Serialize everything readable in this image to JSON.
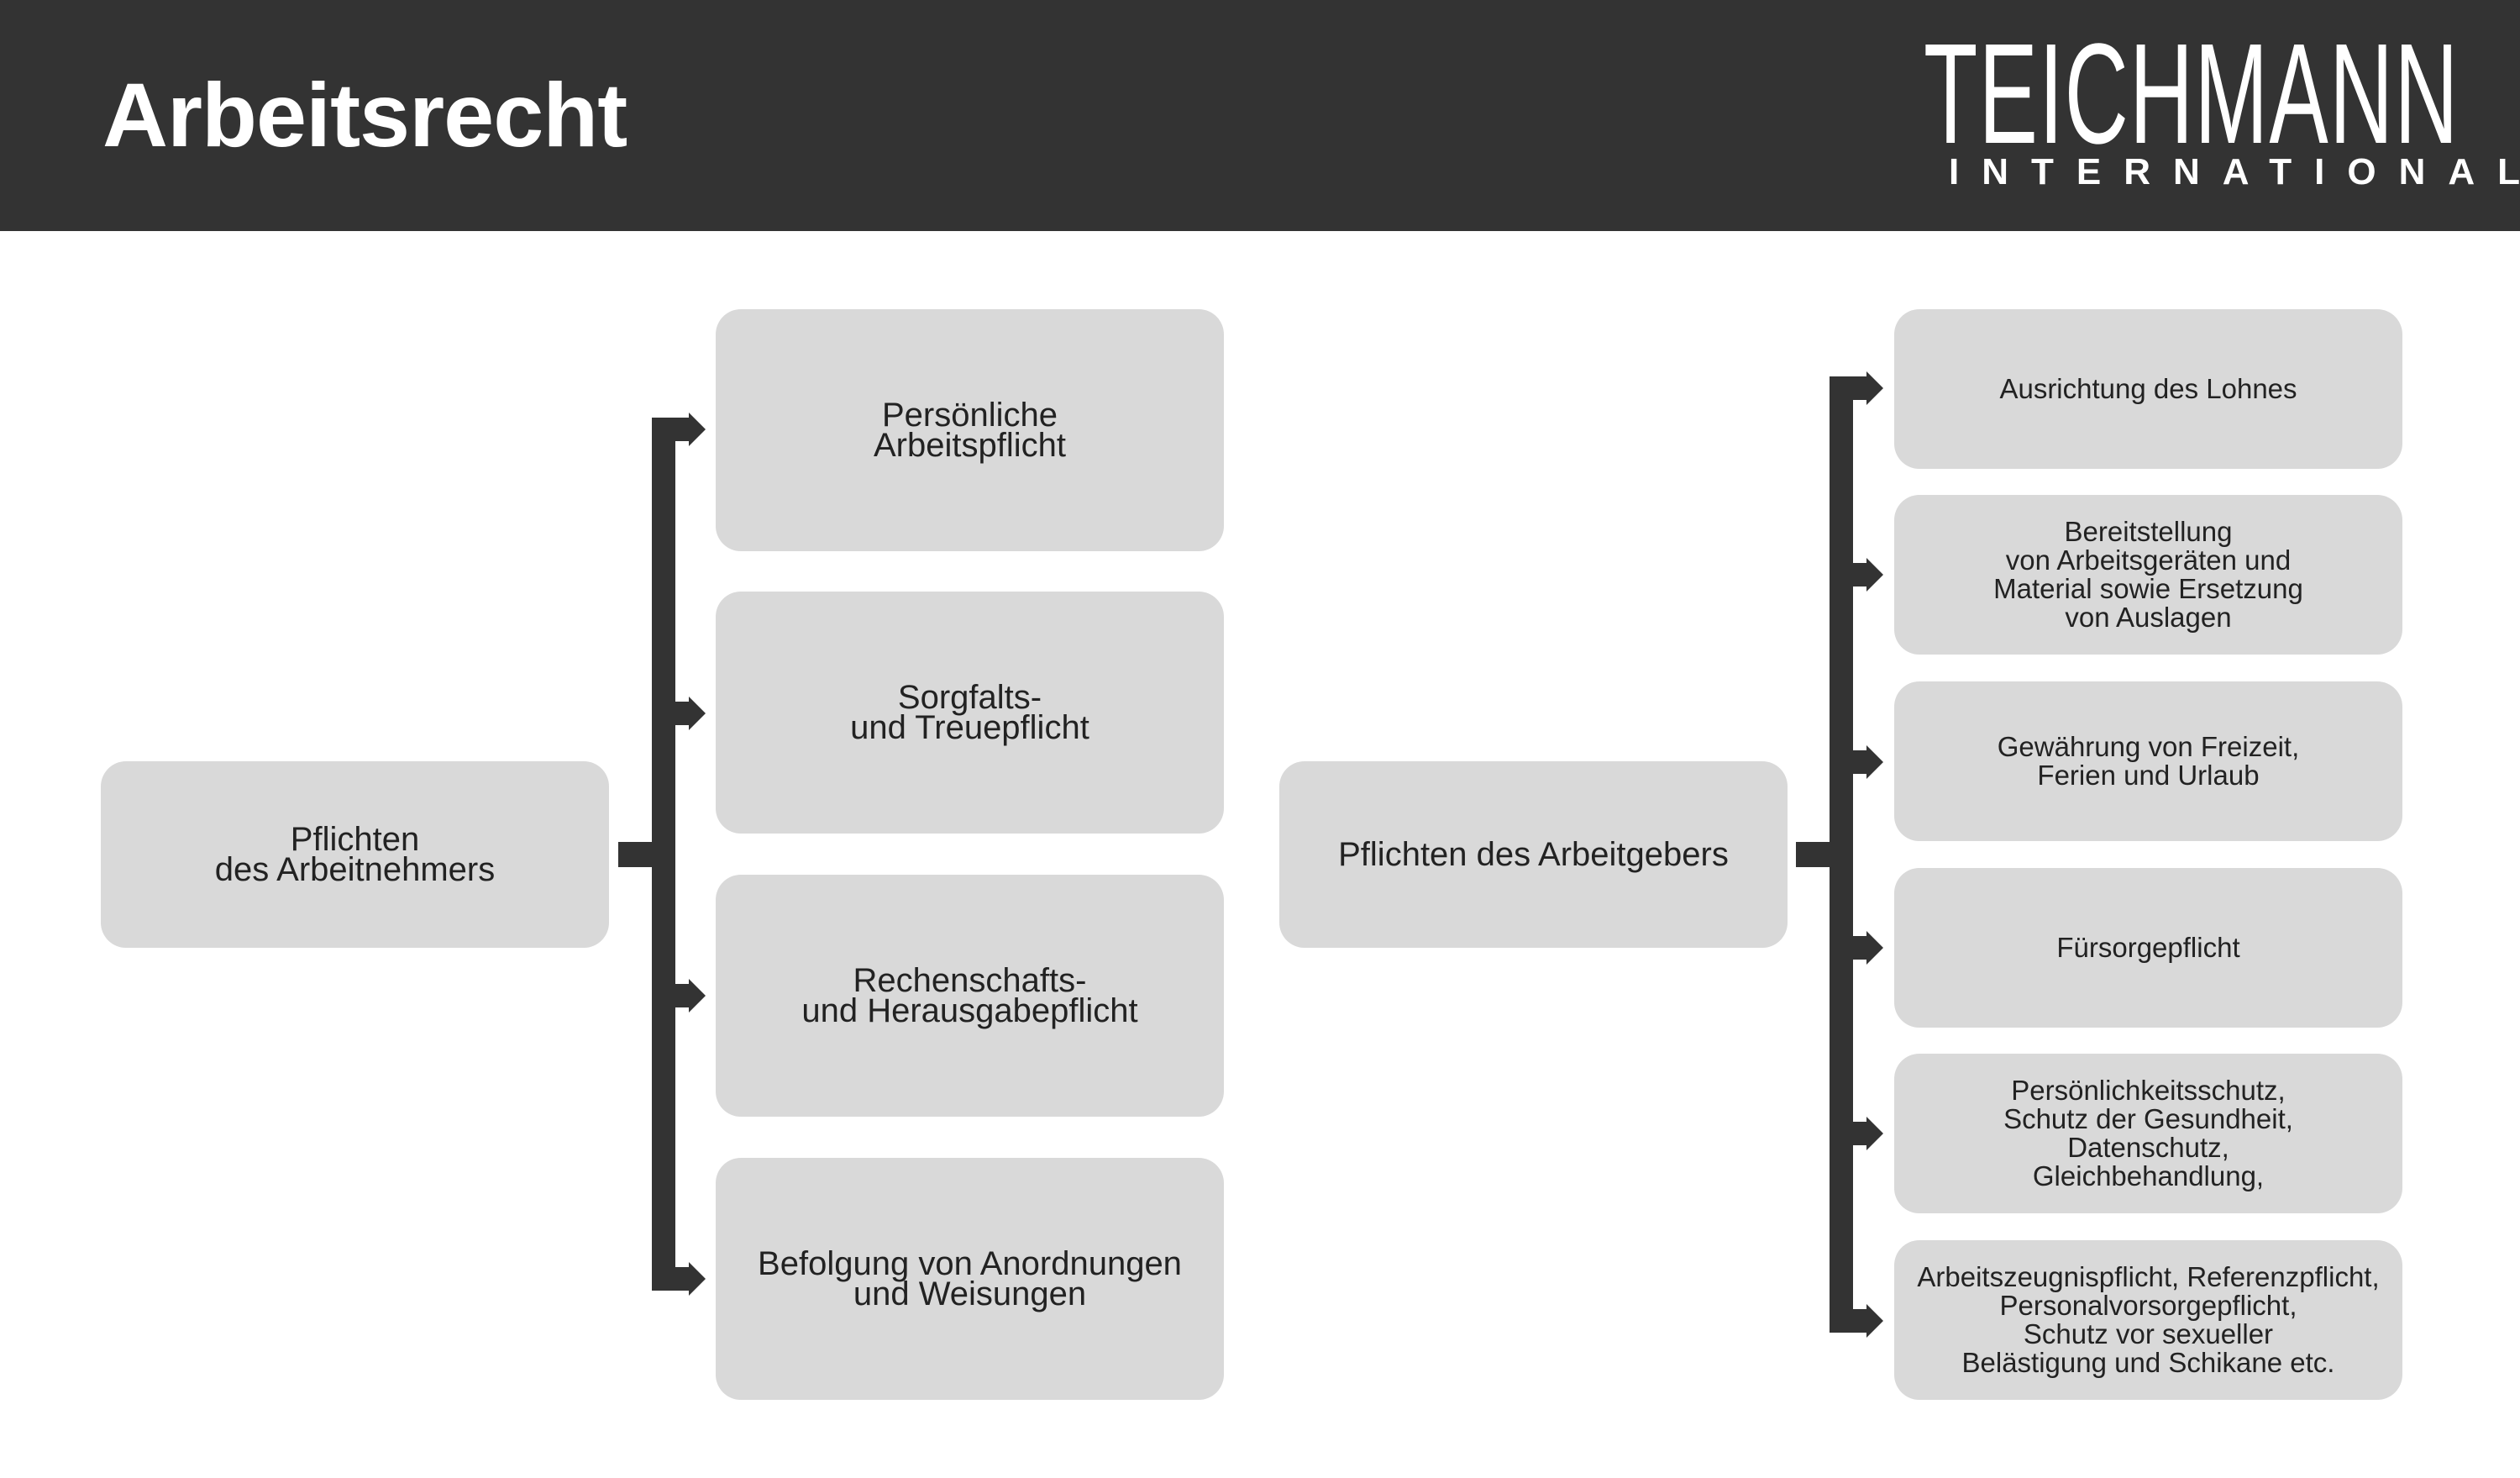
{
  "header": {
    "title": "Arbeitsrecht",
    "logo_main": "TEICHMANN",
    "logo_sub": "INTERNATIONAL"
  },
  "colors": {
    "header_bg": "#333333",
    "box_bg": "#d9d9d9",
    "connector": "#333333"
  },
  "left": {
    "root": "Pflichten\ndes Arbeitnehmers",
    "children": [
      "Persönliche\nArbeitspflicht",
      "Sorgfalts-\nund Treuepflicht",
      "Rechenschafts-\nund Herausgabepflicht",
      "Befolgung von Anordnungen\nund Weisungen"
    ]
  },
  "right": {
    "root": "Pflichten des Arbeitgebers",
    "children": [
      "Ausrichtung des Lohnes",
      "Bereitstellung\nvon Arbeitsgeräten und\nMaterial sowie Ersetzung\nvon Auslagen",
      "Gewährung von Freizeit,\nFerien und Urlaub",
      "Fürsorgepflicht",
      "Persönlichkeitsschutz,\nSchutz der Gesundheit,\nDatenschutz,\nGleichbehandlung,",
      "Arbeitszeugnispflicht, Referenzpflicht,\nPersonalvorsorgepflicht,\nSchutz vor sexueller\nBelästigung und Schikane etc."
    ]
  }
}
